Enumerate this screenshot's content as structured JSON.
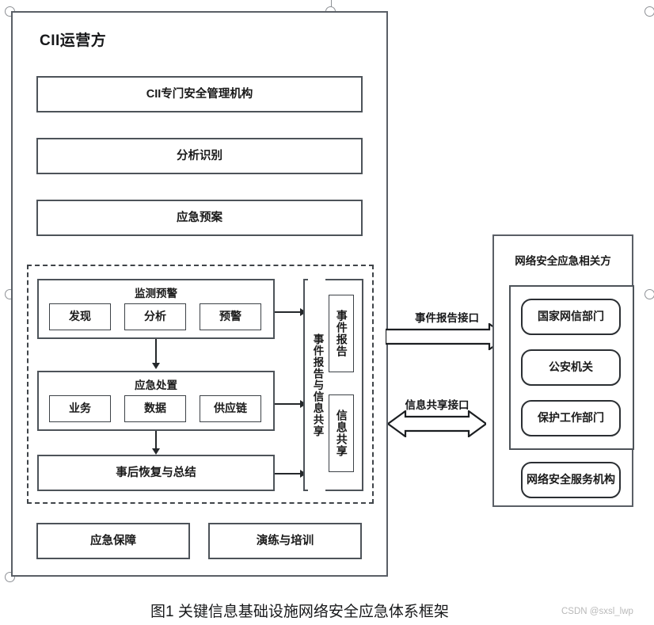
{
  "figure": {
    "caption": "图1  关键信息基础设施网络安全应急体系框架",
    "watermark": "CSDN @sxsl_lwp"
  },
  "operator_panel": {
    "title": "CII运营方",
    "top_boxes": [
      {
        "label": "CII专门安全管理机构"
      },
      {
        "label": "分析识别"
      },
      {
        "label": "应急预案"
      }
    ],
    "bottom_boxes": [
      {
        "label": "应急保障"
      },
      {
        "label": "演练与培训"
      }
    ],
    "process_group": {
      "rows": [
        {
          "heading": "监测预警",
          "items": [
            "发现",
            "分析",
            "预警"
          ]
        },
        {
          "heading": "应急处置",
          "items": [
            "业务",
            "数据",
            "供应链"
          ]
        },
        {
          "heading": "事后恢复与总结",
          "items": []
        }
      ],
      "sidebar": {
        "label": "事件报告与信息共享",
        "sub_boxes": [
          "事件报告",
          "信息共享"
        ]
      }
    }
  },
  "interfaces": [
    {
      "label": "事件报告接口",
      "direction": "right"
    },
    {
      "label": "信息共享接口",
      "direction": "both"
    }
  ],
  "stakeholder_panel": {
    "title": "网络安全应急相关方",
    "grouped_items": [
      {
        "label": "国家网信部门"
      },
      {
        "label": "公安机关"
      },
      {
        "label": "保护工作部门"
      }
    ],
    "standalone_items": [
      {
        "label": "网络安全服务机构"
      }
    ]
  },
  "colors": {
    "box_border": "#4d5359",
    "line": "#25282b",
    "handle": "#8e9196",
    "watermark": "#b9b9b9"
  }
}
